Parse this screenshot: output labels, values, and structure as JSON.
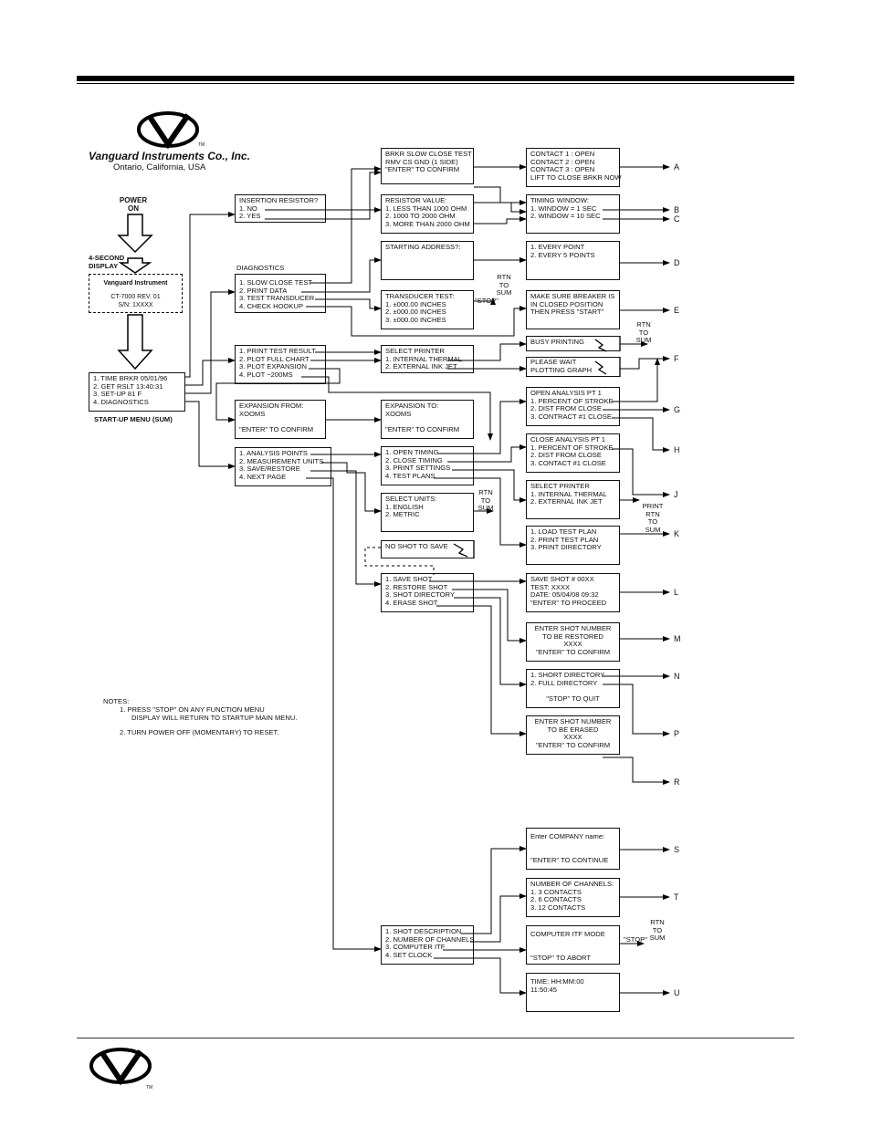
{
  "company": {
    "name": "Vanguard Instruments Co., Inc.",
    "location": "Ontario, California, USA",
    "tm": "TM"
  },
  "power": {
    "line1": "POWER",
    "line2": "ON"
  },
  "display_caption": {
    "line1": "4-SECOND",
    "line2": "DISPLAY"
  },
  "startup_display": {
    "title": "Vanguard Instrument",
    "model": "CT-7000     REV. 01",
    "serial": "S/N:   1XXXX"
  },
  "startup_menu": {
    "items": [
      "1.  TIME BRKR      05/01/96",
      "2.  GET RSLT        13:40:31",
      "3.  SET-UP         81 F",
      "4.  DIAGNOSTICS"
    ],
    "caption": "START-UP MENU (SUM)"
  },
  "insertion": {
    "lines": [
      "INSERTION RESISTOR?",
      "1.  NO",
      "2.  YES"
    ]
  },
  "diagnostics": {
    "title": "DIAGNOSTICS",
    "lines": [
      "1.  SLOW CLOSE TEST",
      "2.  PRINT DATA",
      "3.  TEST TRANSDUCER",
      "4.  CHECK HOOKUP"
    ]
  },
  "plot_menu": {
    "lines": [
      "1.  PRINT TEST RESULT",
      "2.  PLOT FULL CHART",
      "3.  PLOT EXPANSION",
      "4.  PLOT ~200MS"
    ]
  },
  "expansion_from": {
    "lines": [
      "EXPANSION FROM:",
      "XOOMS",
      "",
      "\"ENTER\" TO CONFIRM"
    ]
  },
  "setup_menu": {
    "lines": [
      "1.  ANALYSIS POINTS",
      "2.  MEASUREMENT UNITS",
      "3.  SAVE/RESTORE",
      "4.  NEXT PAGE"
    ]
  },
  "slow_close": {
    "lines": [
      "BRKR SLOW CLOSE TEST",
      "RMV CS GND (1 SIDE)",
      "\"ENTER\" TO CONFIRM"
    ]
  },
  "resistor_value": {
    "lines": [
      "RESISTOR VALUE:",
      "1.  LESS THAN 1000 OHM",
      "2.  1000 TO 2000 OHM",
      "3.  MORE THAN 2000 OHM"
    ]
  },
  "starting_address": {
    "lines": [
      "STARTING ADDRESS?:"
    ]
  },
  "transducer_test": {
    "lines": [
      "TRANSDUCER TEST:",
      "1.  ±000.00 INCHES",
      "2.  ±000.00 INCHES",
      "3.  ±000.00 INCHES"
    ]
  },
  "select_printer_1": {
    "lines": [
      "SELECT PRINTER",
      "1.  INTERNAL THERMAL",
      "2.  EXTERNAL INK JET"
    ]
  },
  "expansion_to": {
    "lines": [
      "EXPANSION TO:",
      "XOOMS",
      "",
      "\"ENTER\" TO CONFIRM"
    ]
  },
  "timing_menu": {
    "lines": [
      "1.  OPEN TIMING",
      "2.  CLOSE TIMING",
      "3.  PRINT SETTINGS",
      "4.  TEST PLANS"
    ]
  },
  "select_units": {
    "lines": [
      "SELECT UNITS:",
      "1.  ENGLISH",
      "2.  METRIC"
    ]
  },
  "no_shot": {
    "text": "NO SHOT TO SAVE"
  },
  "save_menu": {
    "lines": [
      "1.  SAVE SHOT",
      "2.  RESTORE SHOT",
      "3.  SHOT DIRECTORY",
      "4.  ERASE SHOT"
    ]
  },
  "next_page_menu": {
    "lines": [
      "1.  SHOT DESCRIPTION",
      "2.  NUMBER OF CHANNELS",
      "3.  COMPUTER ITF",
      "4.  SET CLOCK"
    ]
  },
  "contacts": {
    "lines": [
      "CONTACT 1 : OPEN",
      "CONTACT 2 : OPEN",
      "CONTACT 3 : OPEN",
      "LIFT TO CLOSE BRKR NOW"
    ]
  },
  "timing_window": {
    "lines": [
      "TIMING WINDOW:",
      "1.  WINDOW = 1 SEC",
      "2.  WINDOW = 10 SEC"
    ]
  },
  "every_point": {
    "lines": [
      "1.  EVERY POINT",
      "2.  EVERY 5 POINTS"
    ]
  },
  "make_sure": {
    "lines": [
      "MAKE SURE BREAKER IS",
      "IN CLOSED POSITION",
      "THEN PRESS \"START\""
    ]
  },
  "busy_printing": {
    "text": "BUSY PRINTING"
  },
  "please_wait": {
    "lines": [
      "PLEASE WAIT",
      "PLOTTING GRAPH"
    ]
  },
  "open_analysis": {
    "lines": [
      "OPEN ANALYSIS PT 1",
      "1.  PERCENT OF STROKE",
      "2.  DIST FROM CLOSE",
      "3.  CONTRACT #1 CLOSE"
    ]
  },
  "close_analysis": {
    "lines": [
      "CLOSE ANALYSIS PT 1",
      "1.  PERCENT OF STROKE",
      "2.  DIST FROM CLOSE",
      "3.  CONTACT #1 CLOSE"
    ]
  },
  "select_printer_2": {
    "lines": [
      "SELECT PRINTER",
      "1.  INTERNAL THERMAL",
      "2.  EXTERNAL INK JET"
    ]
  },
  "test_plan": {
    "lines": [
      "1.  LOAD TEST PLAN",
      "2.  PRINT TEST PLAN",
      "3.  PRINT DIRECTORY"
    ]
  },
  "save_shot": {
    "lines": [
      "SAVE SHOT # 00XX",
      "TEST: XXXX",
      "DATE: 05/04/08  09:32",
      "\"ENTER\" TO PROCEED"
    ]
  },
  "restore_shot": {
    "lines": [
      "ENTER SHOT NUMBER",
      "TO BE  RESTORED",
      "XXXX",
      "\"ENTER\" TO CONFIRM"
    ]
  },
  "short_directory": {
    "lines": [
      "1.  SHORT DIRECTORY",
      "2.  FULL DIRECTORY",
      "",
      "\"STOP\" TO QUIT"
    ]
  },
  "erase_shot": {
    "lines": [
      "ENTER SHOT NUMBER",
      "TO BE ERASED",
      "XXXX",
      "\"ENTER\" TO CONFIRM"
    ]
  },
  "company_name": {
    "lines": [
      "Enter COMPANY name:",
      "",
      "",
      "\"ENTER\" TO CONTINUE"
    ]
  },
  "channels": {
    "lines": [
      "NUMBER OF CHANNELS:",
      "1.  3 CONTACTS",
      "2.  6 CONTACTS",
      "3.  12 CONTACTS"
    ]
  },
  "computer_itf": {
    "lines": [
      "COMPUTER ITF MODE",
      "",
      "",
      "\"STOP\" TO ABORT"
    ]
  },
  "set_time": {
    "lines": [
      "TIME: HH:MM:00",
      "11:50:45"
    ]
  },
  "flow_labels": {
    "rtn_to_sum": "RTN TO SUM",
    "rtn": "RTN",
    "to": "TO",
    "sum": "SUM",
    "print": "PRINT",
    "stop": "\"STOP\""
  },
  "end_letters": [
    "A",
    "B",
    "C",
    "D",
    "E",
    "F",
    "G",
    "H",
    "J",
    "K",
    "L",
    "M",
    "N",
    "P",
    "R",
    "S",
    "T",
    "U"
  ],
  "notes": {
    "title": "NOTES:",
    "n1a": "1.  PRESS \"STOP\" ON ANY FUNCTION MENU",
    "n1b": "DISPLAY WILL RETURN TO STARTUP MAIN MENU.",
    "n2": "2.  TURN POWER OFF (MOMENTARY) TO RESET."
  }
}
